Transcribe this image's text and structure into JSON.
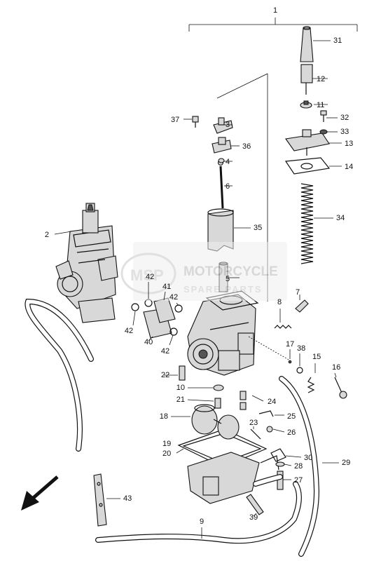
{
  "diagram": {
    "callouts": [
      "1",
      "2",
      "3",
      "4",
      "5",
      "6",
      "7",
      "8",
      "9",
      "10",
      "11",
      "12",
      "13",
      "14",
      "15",
      "16",
      "17",
      "18",
      "19",
      "20",
      "21",
      "22",
      "23",
      "24",
      "25",
      "26",
      "27",
      "28",
      "29",
      "30",
      "31",
      "32",
      "33",
      "34",
      "35",
      "36",
      "37",
      "38",
      "39",
      "40",
      "41",
      "42",
      "43"
    ]
  },
  "watermark": {
    "logo": "MSP",
    "line1": "MOTORCYCLE",
    "line2": "SPARE PARTS",
    "color": "#c8c8c8",
    "accent": "#e8a090"
  },
  "direction_arrow": "arrow-down-left-icon"
}
